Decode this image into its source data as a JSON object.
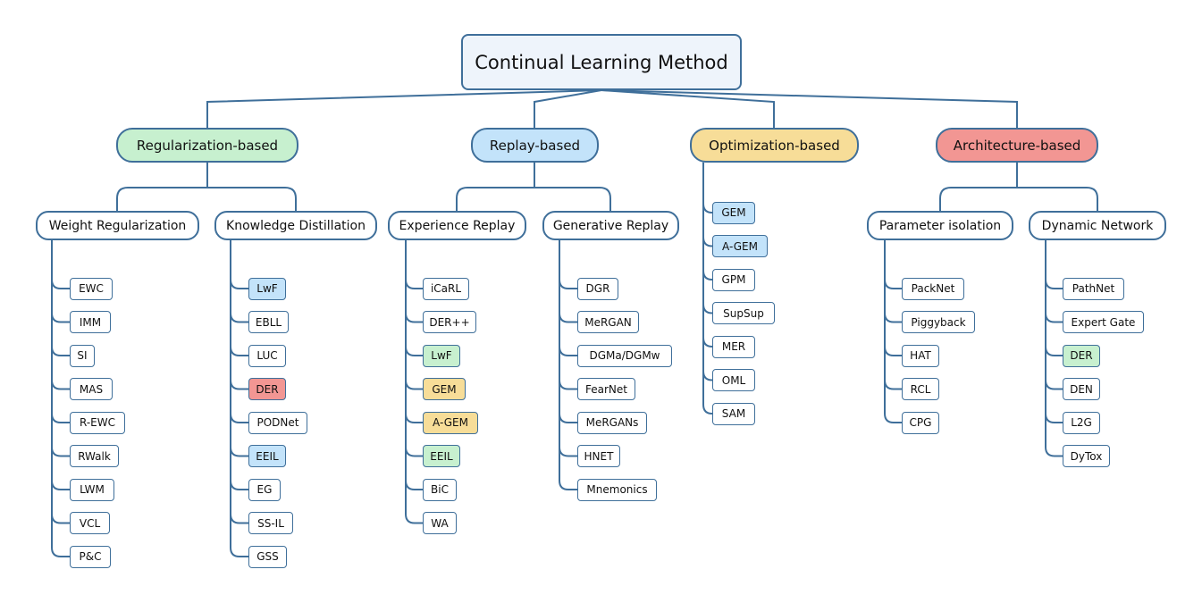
{
  "root": {
    "label": "Continual Learning Method"
  },
  "colors": {
    "green": "#c7f0cf",
    "blue": "#c3e3fa",
    "yellow": "#f7dd98",
    "red": "#f29693",
    "line": "#3f6f9a"
  },
  "categories": [
    {
      "label": "Regularization-based",
      "color": "green",
      "groups": [
        {
          "label": "Weight Regularization",
          "items": [
            {
              "label": "EWC"
            },
            {
              "label": "IMM"
            },
            {
              "label": "SI"
            },
            {
              "label": "MAS"
            },
            {
              "label": "R-EWC"
            },
            {
              "label": "RWalk"
            },
            {
              "label": "LWM"
            },
            {
              "label": "VCL"
            },
            {
              "label": "P&C"
            }
          ]
        },
        {
          "label": "Knowledge Distillation",
          "items": [
            {
              "label": "LwF",
              "color": "blue"
            },
            {
              "label": "EBLL"
            },
            {
              "label": "LUC"
            },
            {
              "label": "DER",
              "color": "red"
            },
            {
              "label": "PODNet"
            },
            {
              "label": "EEIL",
              "color": "blue"
            },
            {
              "label": "EG"
            },
            {
              "label": "SS-IL"
            },
            {
              "label": "GSS"
            }
          ]
        }
      ]
    },
    {
      "label": "Replay-based",
      "color": "blue",
      "groups": [
        {
          "label": "Experience Replay",
          "items": [
            {
              "label": "iCaRL"
            },
            {
              "label": "DER++"
            },
            {
              "label": "LwF",
              "color": "green"
            },
            {
              "label": "GEM",
              "color": "yellow"
            },
            {
              "label": "A-GEM",
              "color": "yellow"
            },
            {
              "label": "EEIL",
              "color": "green"
            },
            {
              "label": "BiC"
            },
            {
              "label": "WA"
            }
          ]
        },
        {
          "label": "Generative Replay",
          "items": [
            {
              "label": "DGR"
            },
            {
              "label": "MeRGAN"
            },
            {
              "label": "DGMa/DGMw"
            },
            {
              "label": "FearNet"
            },
            {
              "label": "MeRGANs"
            },
            {
              "label": "HNET"
            },
            {
              "label": "Mnemonics"
            }
          ]
        }
      ]
    },
    {
      "label": "Optimization-based",
      "color": "yellow",
      "items": [
        {
          "label": "GEM",
          "color": "blue"
        },
        {
          "label": "A-GEM",
          "color": "blue"
        },
        {
          "label": "GPM"
        },
        {
          "label": "SupSup"
        },
        {
          "label": "MER"
        },
        {
          "label": "OML"
        },
        {
          "label": "SAM"
        }
      ]
    },
    {
      "label": "Architecture-based",
      "color": "red",
      "groups": [
        {
          "label": "Parameter isolation",
          "items": [
            {
              "label": "PackNet"
            },
            {
              "label": "Piggyback"
            },
            {
              "label": "HAT"
            },
            {
              "label": "RCL"
            },
            {
              "label": "CPG"
            }
          ]
        },
        {
          "label": "Dynamic Network",
          "items": [
            {
              "label": "PathNet"
            },
            {
              "label": "Expert Gate"
            },
            {
              "label": "DER",
              "color": "green"
            },
            {
              "label": "DEN"
            },
            {
              "label": "L2G"
            },
            {
              "label": "DyTox"
            }
          ]
        }
      ]
    }
  ]
}
